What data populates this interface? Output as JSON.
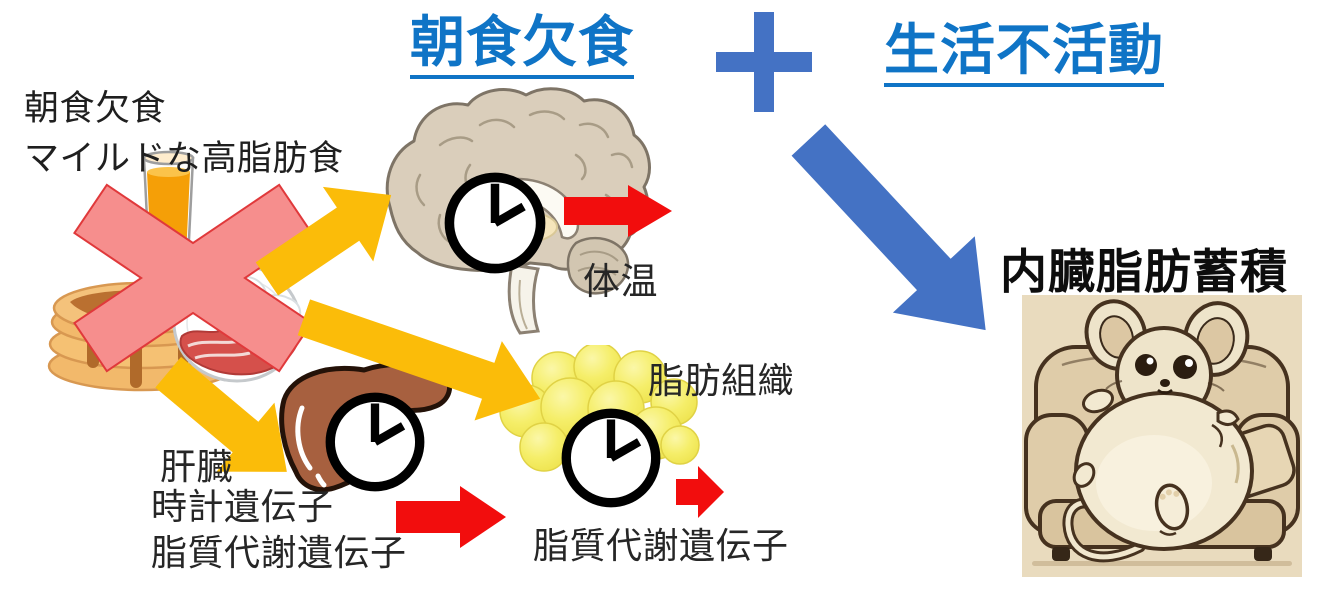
{
  "diagram": {
    "title_breakfast_skipping": "朝食欠食",
    "title_physical_inactivity": "生活不活動",
    "outcome_title": "内臓脂肪蓄積",
    "note_line1": "朝食欠食",
    "note_line2": "マイルドな高脂肪食",
    "label_body_temperature": "体温",
    "label_liver": "肝臓",
    "label_clock_genes": "時計遺伝子",
    "label_lipid_genes_liver": "脂質代謝遺伝子",
    "label_adipose_tissue": "脂肪組織",
    "label_lipid_genes_adipose": "脂質代謝遺伝子"
  },
  "icons": {
    "plus_icon": "＋",
    "clock_icon": "🕑",
    "no_breakfast_cross_icon": "✕",
    "block_arrow_icon": "→"
  },
  "colors": {
    "title_blue": "#0f74c6",
    "connector_blue": "#4472c4",
    "arrow_yellow": "#fbbc09",
    "arrow_red": "#f20d0d",
    "cross_pink": "#f68e8d",
    "brain_beige": "#dacebb",
    "liver_brown": "#a7603f",
    "fat_yellow": "#f5ee69",
    "text_black": "#262626"
  }
}
